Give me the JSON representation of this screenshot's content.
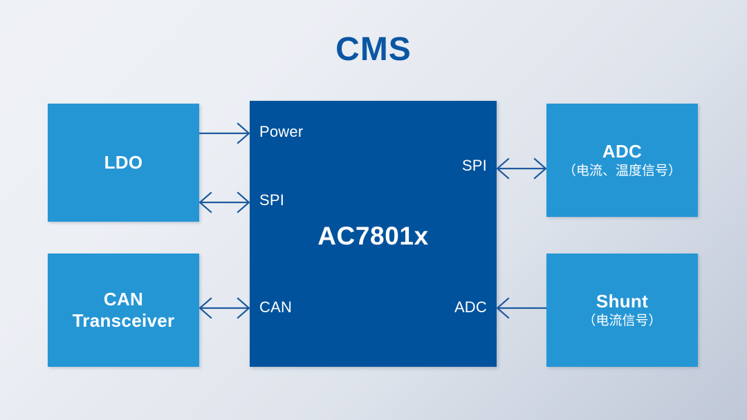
{
  "diagram": {
    "title": "CMS",
    "title_color": "#0b56a4",
    "background_from": "#eef1f6",
    "background_to": "#bfc8d7",
    "accent_side_box": "#2596d4",
    "accent_center_box": "#00529c",
    "arrow_color": "#1c5a9e"
  },
  "center_block": {
    "name": "AC7801x",
    "pins": {
      "power": "Power",
      "spi_left": "SPI",
      "can_left": "CAN",
      "spi_right": "SPI",
      "adc_right": "ADC"
    }
  },
  "left_blocks": [
    {
      "id": "ldo",
      "main": "LDO",
      "sub": ""
    },
    {
      "id": "can-transceiver",
      "main": "CAN\nTransceiver",
      "main_line1": "CAN",
      "main_line2": "Transceiver",
      "sub": ""
    }
  ],
  "right_blocks": [
    {
      "id": "adc",
      "main": "ADC",
      "sub": "（电流、温度信号）"
    },
    {
      "id": "shunt",
      "main": "Shunt",
      "sub": "（电流信号）"
    }
  ],
  "connectors": [
    {
      "id": "ldo-to-power",
      "from": "LDO",
      "to": "Power",
      "direction": "right",
      "heads": 1
    },
    {
      "id": "ldo-to-spi",
      "from": "LDO",
      "to": "SPI",
      "direction": "both",
      "heads": 2
    },
    {
      "id": "can-transceiver-to-can",
      "from": "CAN Transceiver",
      "to": "CAN",
      "direction": "both",
      "heads": 2
    },
    {
      "id": "spi-to-adc",
      "from": "SPI",
      "to": "ADC",
      "direction": "both",
      "heads": 2
    },
    {
      "id": "shunt-to-adc",
      "from": "Shunt",
      "to": "ADC",
      "direction": "left",
      "heads": 1
    }
  ]
}
